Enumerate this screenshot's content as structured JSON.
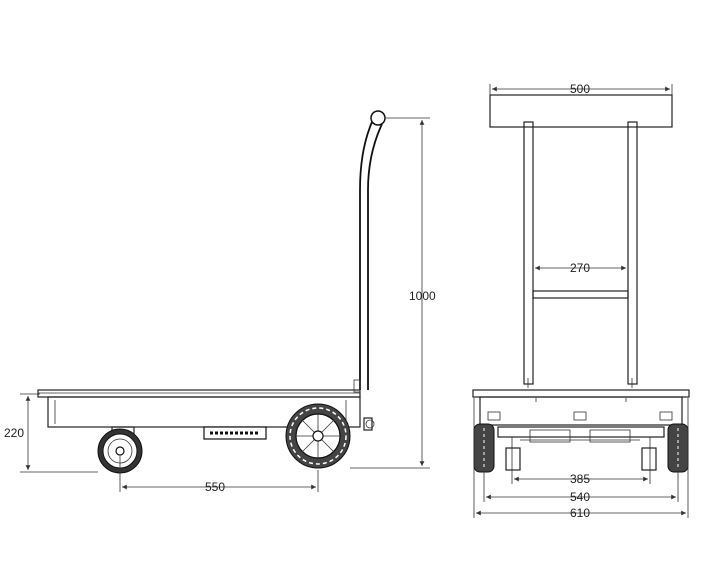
{
  "drawing": {
    "dimensions": {
      "side_height": "220",
      "side_wheelbase": "550",
      "side_total_height": "1000",
      "front_handle_width": "500",
      "front_inner_width": "270",
      "front_axle_inner": "385",
      "front_axle_mid": "540",
      "front_overall_width": "610"
    }
  }
}
